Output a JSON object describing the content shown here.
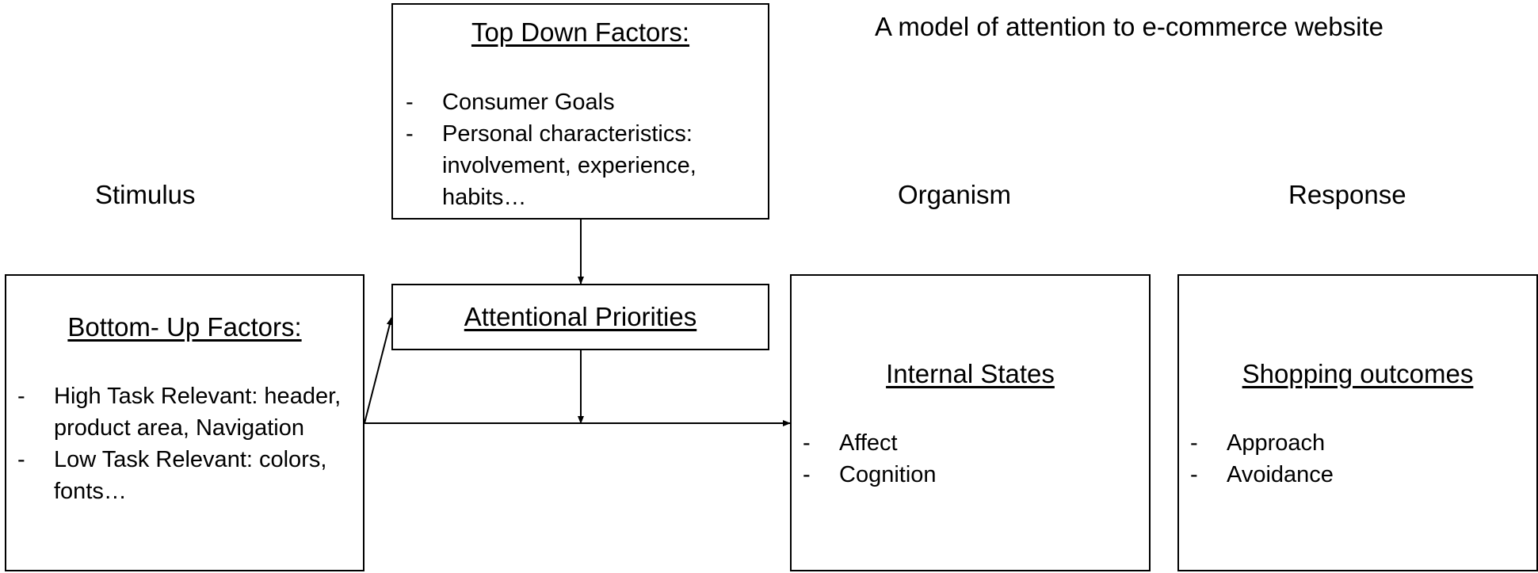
{
  "title": "A model of attention to e-commerce website",
  "column_labels": {
    "stimulus": "Stimulus",
    "organism": "Organism",
    "response": "Response"
  },
  "top_down": {
    "heading": "Top Down Factors:",
    "items": [
      {
        "dash": "-",
        "lines": [
          "Consumer Goals"
        ]
      },
      {
        "dash": "-",
        "lines": [
          "Personal characteristics:",
          "involvement, experience,",
          "habits…"
        ]
      }
    ]
  },
  "attentional_priorities": {
    "heading": "Attentional Priorities"
  },
  "bottom_up": {
    "heading": "Bottom- Up Factors:",
    "items": [
      {
        "dash": "-",
        "lines": [
          "High Task Relevant: header,",
          "product area, Navigation"
        ]
      },
      {
        "dash": "-",
        "lines": [
          "Low Task Relevant: colors,",
          "fonts…"
        ]
      }
    ]
  },
  "internal_states": {
    "heading": "Internal States",
    "items": [
      {
        "dash": "-",
        "lines": [
          "Affect"
        ]
      },
      {
        "dash": "-",
        "lines": [
          "Cognition"
        ]
      }
    ]
  },
  "shopping_outcomes": {
    "heading": "Shopping outcomes",
    "items": [
      {
        "dash": "-",
        "lines": [
          "Approach"
        ]
      },
      {
        "dash": "-",
        "lines": [
          "Avoidance"
        ]
      }
    ]
  }
}
